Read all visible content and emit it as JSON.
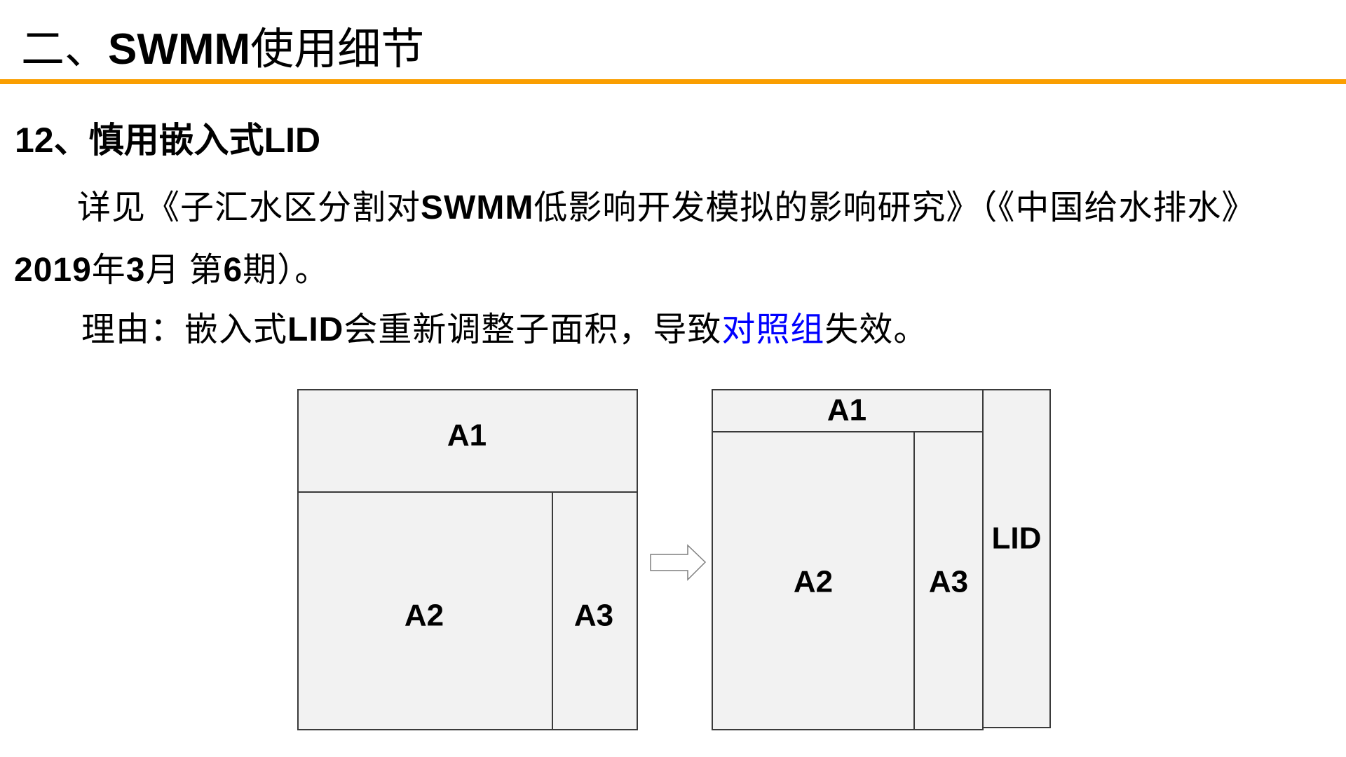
{
  "header": {
    "title": {
      "prefix": "二、",
      "emphasis": "SWMM",
      "suffix": "使用细节"
    },
    "rule_color": "#FA9E00"
  },
  "section": {
    "heading": "12、慎用嵌入式LID"
  },
  "reference": {
    "line1": {
      "a": "详见《子汇水区分割对",
      "b": "SWMM",
      "c": "低影响开发模拟的影响研究》（《中国给水排水》"
    },
    "line2": {
      "year": "2019",
      "year_unit": "年",
      "month": "3",
      "month_unit": "月 第",
      "issue": "6",
      "issue_suffix": "期）。"
    }
  },
  "reason": {
    "a": "理由：嵌入式",
    "b": "LID",
    "c": "会重新调整子面积，导致",
    "highlight": "对照组",
    "d": "失效。",
    "highlight_color": "#0000FF"
  },
  "diagram": {
    "fill_color": "#F2F2F2",
    "stroke_color": "#3A3A3A",
    "arrow_stroke_color": "#7F7F7F",
    "before": {
      "a1": "A1",
      "a2": "A2",
      "a3": "A3"
    },
    "after": {
      "a1": "A1",
      "a2": "A2",
      "a3": "A3",
      "lid": "LID"
    }
  }
}
